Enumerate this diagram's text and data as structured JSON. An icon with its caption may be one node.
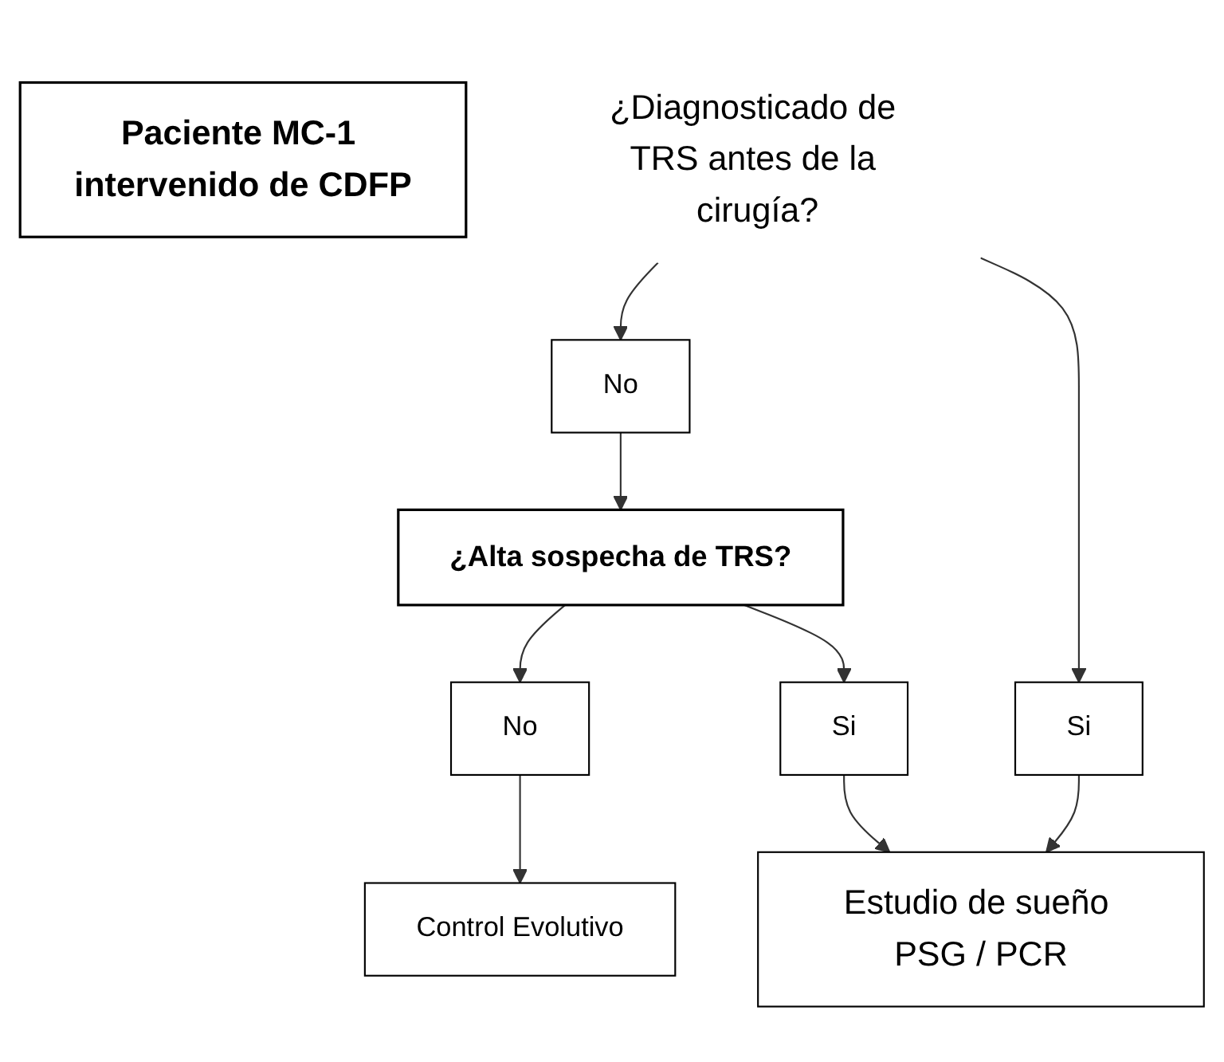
{
  "diagram": {
    "nodes": [
      {
        "text": [
          "Paciente MC-1 intervenido de CDFP"
        ]
      },
      {
        "text": [
          "¿Diagnosticado de TRS antes de la cirugía?"
        ]
      },
      {
        "text": [
          "No"
        ]
      },
      {
        "text": [
          "Si"
        ]
      },
      {
        "text": [
          "¿Alta sospecha de TRS?"
        ]
      },
      {
        "text": [
          "No"
        ]
      },
      {
        "text": [
          "Si"
        ]
      },
      {
        "text": [
          "Control Evolutivo"
        ]
      },
      {
        "text": [
          "Estudio de sueño PSG / PCR"
        ]
      }
    ],
    "edges": [
      {
        "from": 1,
        "to": 2,
        "arrow": "to"
      },
      {
        "from": 1,
        "to": 3,
        "arrow": "to"
      },
      {
        "from": 2,
        "to": 4,
        "arrow": "to"
      },
      {
        "from": 4,
        "to": 5,
        "arrow": "to"
      },
      {
        "from": 4,
        "to": 6,
        "arrow": "to"
      },
      {
        "from": 5,
        "to": 7,
        "arrow": "to"
      },
      {
        "from": 6,
        "to": 8,
        "arrow": "to"
      },
      {
        "from": 3,
        "to": 8,
        "arrow": "to"
      }
    ]
  }
}
